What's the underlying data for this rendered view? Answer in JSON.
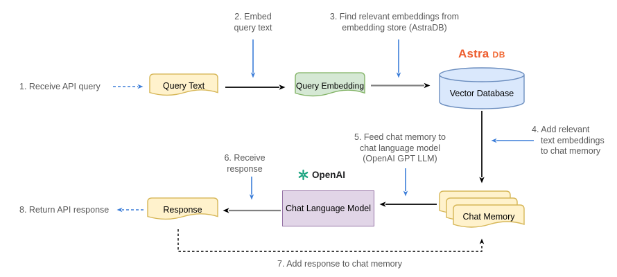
{
  "steps": {
    "step1": "1. Receive API query",
    "step2": "2. Embed\nquery text",
    "step3": "3. Find relevant embeddings from\nembedding store (AstraDB)",
    "step4": "4. Add relevant\ntext embeddings\nto chat memory",
    "step5": "5. Feed chat memory to\nchat language model\n(OpenAI GPT LLM)",
    "step6": "6. Receive\nresponse",
    "step7": "7. Add response to chat memory",
    "step8": "8. Return API response"
  },
  "nodes": {
    "query_text": "Query Text",
    "query_embedding": "Query Embedding",
    "vector_database": "Vector Database",
    "chat_language_model": "Chat Language Model",
    "chat_memory": "Chat Memory",
    "response": "Response"
  },
  "logos": {
    "astra_name": "Astra",
    "astra_suffix": "DB",
    "openai_label": "OpenAI"
  },
  "colors": {
    "doc_yellow_fill": "#FFF2CC",
    "doc_yellow_stroke": "#D6B656",
    "doc_green_fill": "#D5E8D4",
    "doc_green_stroke": "#82B366",
    "cylinder_fill": "#DAE8FC",
    "cylinder_stroke": "#6C8EBF",
    "box_purple_fill": "#E1D5E7",
    "box_purple_stroke": "#9673A6",
    "arrow_black": "#000000",
    "arrow_gray": "#808080",
    "arrow_blue": "#3B7DD8",
    "label_gray": "#595959",
    "astra_orange": "#ED5C2D",
    "openai_green": "#16A27D"
  }
}
